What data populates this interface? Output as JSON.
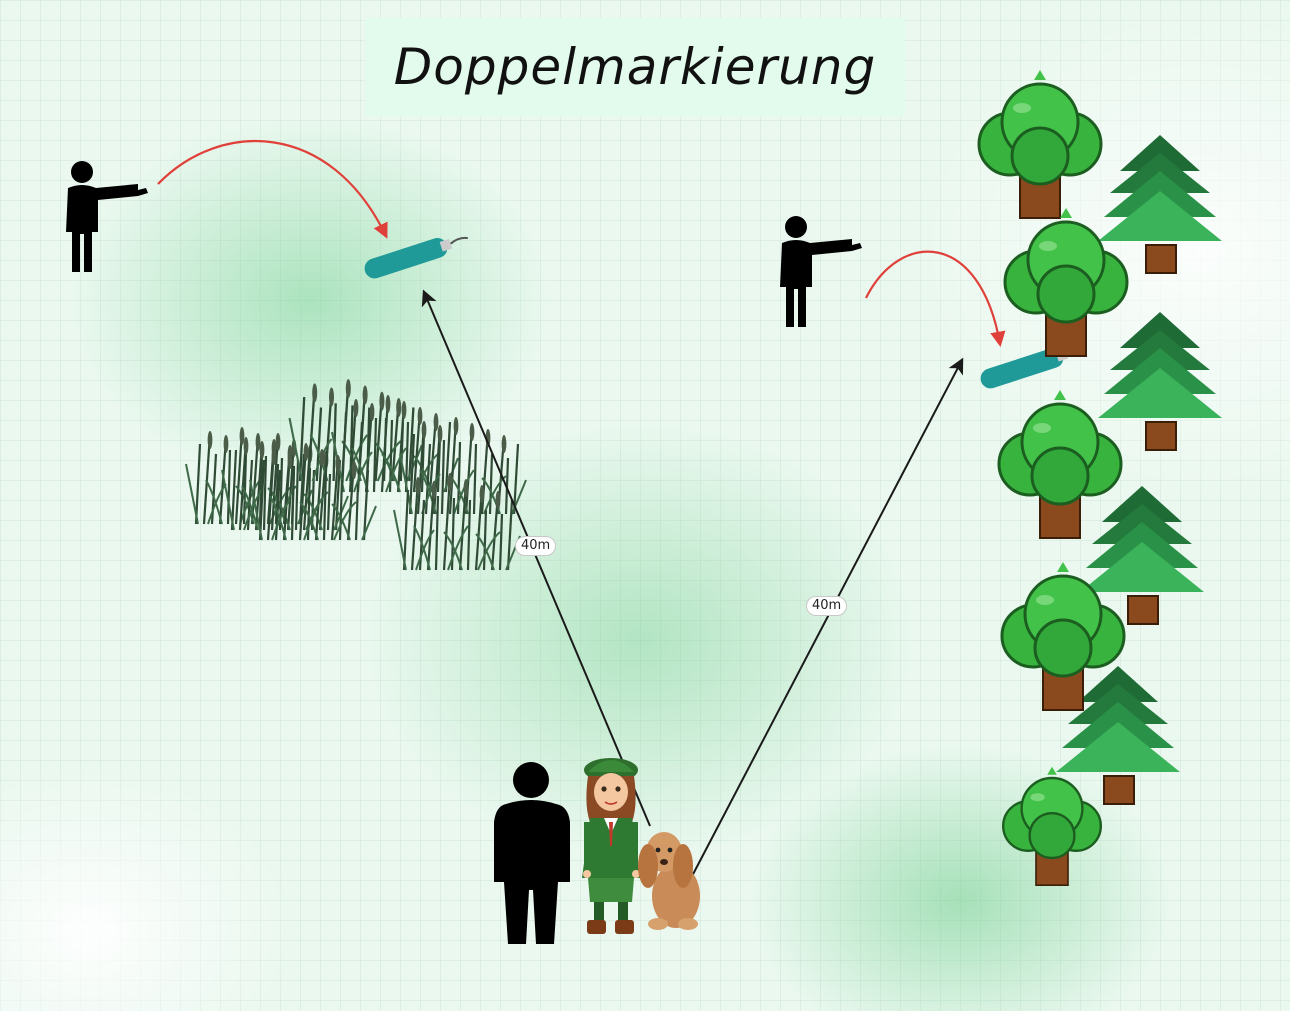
{
  "title": "Doppelmarkierung",
  "distances": {
    "left": "40m",
    "right": "40m"
  },
  "colors": {
    "throw_arc": "#e0403a",
    "route_arrow": "#1a1a1a",
    "dummy": "#1f9a98",
    "tree_green": "#2ea836",
    "trunk": "#8a4a1e"
  }
}
